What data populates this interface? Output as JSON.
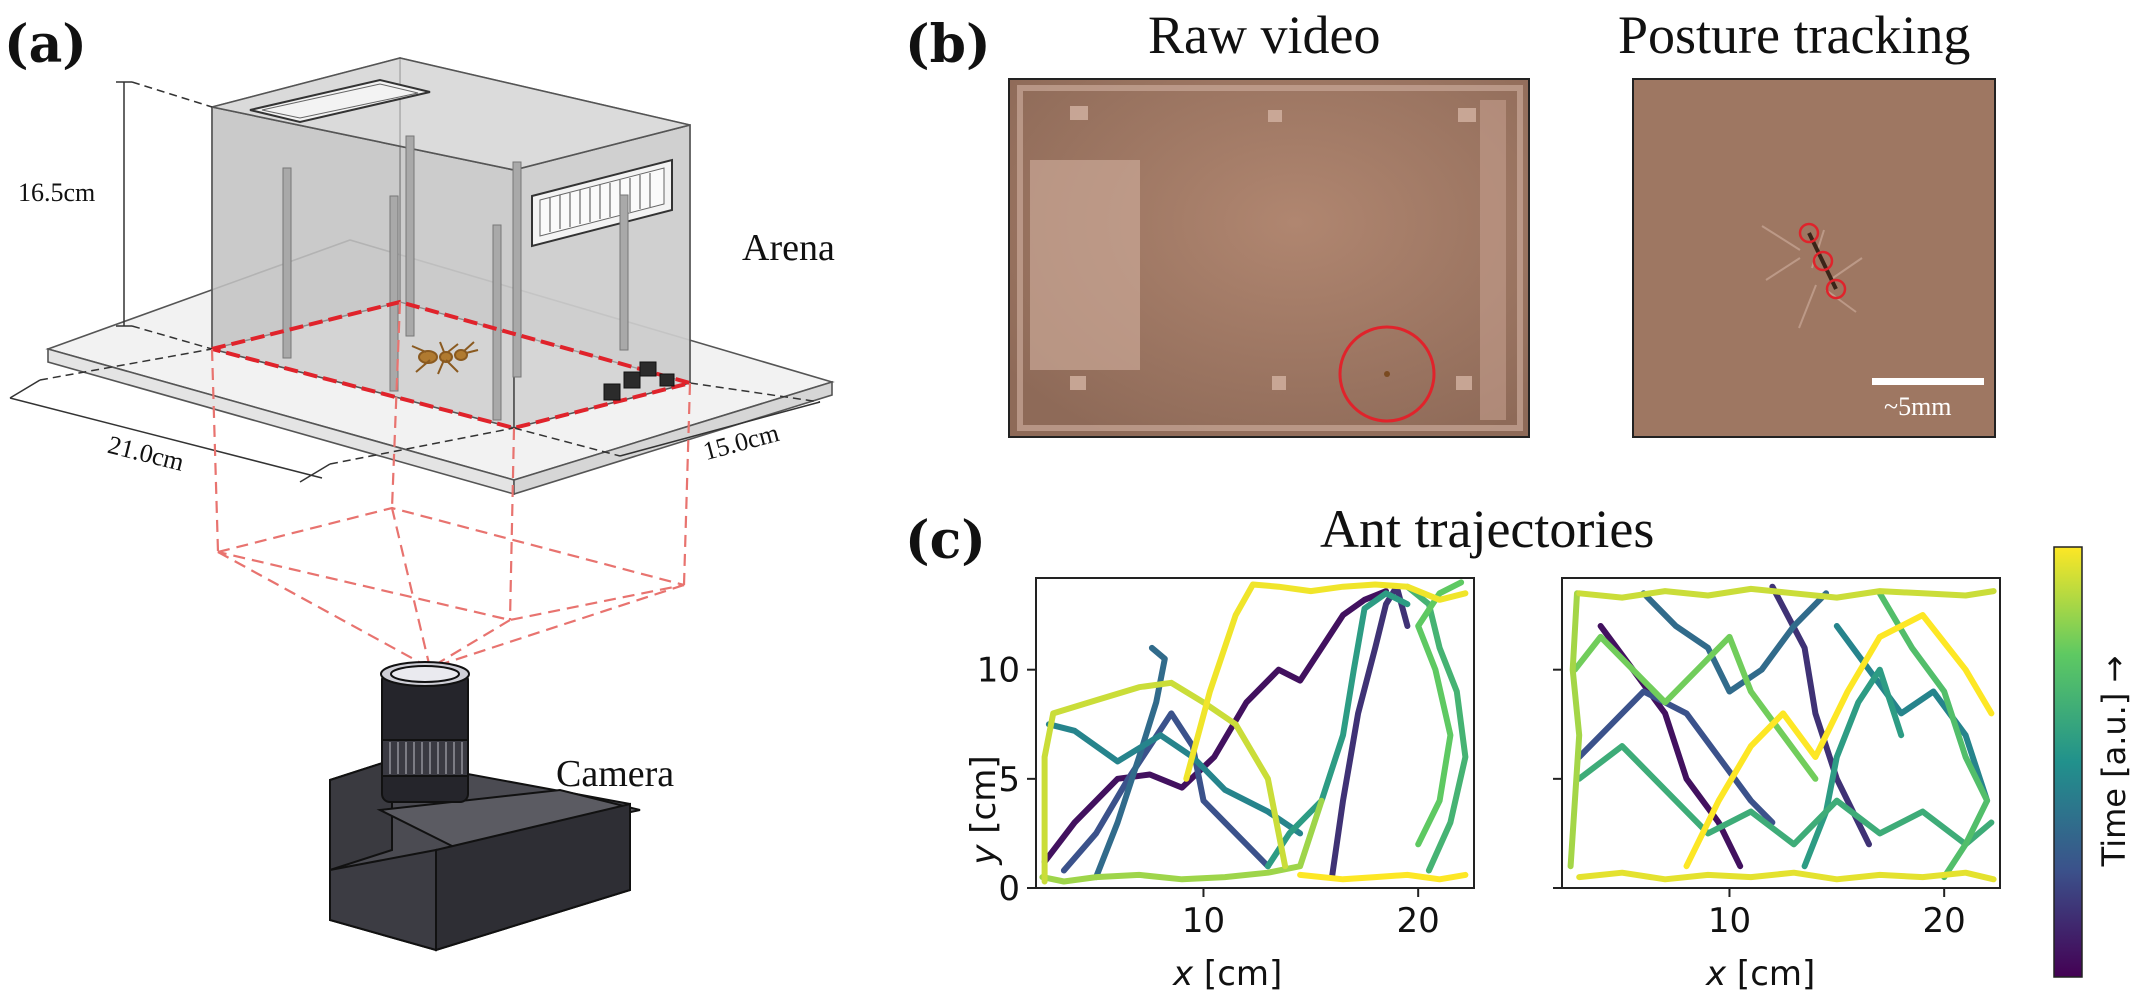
{
  "panel_labels": {
    "a": "(a)",
    "b": "(b)",
    "c": "(c)"
  },
  "panel_a": {
    "height_label": "16.5cm",
    "width_label": "21.0cm",
    "depth_label": "15.0cm",
    "arena_label": "Arena",
    "camera_label": "Camera"
  },
  "panel_b": {
    "raw_title": "Raw video",
    "posture_title": "Posture tracking",
    "scale_label": "~5mm"
  },
  "panel_c": {
    "title": "Ant trajectories",
    "colorbar_label": "Time [a.u.] →"
  },
  "colors": {
    "tracking_red": "#e0232b",
    "dashed_red": "#e8736f",
    "photo_brown": "#a07a64",
    "viridis_start": "#440154",
    "viridis_end": "#fde725"
  },
  "chart_data": [
    {
      "type": "line",
      "chart": "left-trajectory",
      "xlabel_var": "x",
      "xlabel_unit": " [cm]",
      "ylabel_var": "y",
      "ylabel_unit": " [cm]",
      "xlim": [
        2.2,
        22.6
      ],
      "ylim": [
        0,
        14.2
      ],
      "xticks": [
        10,
        20
      ],
      "yticks": [
        0,
        5,
        10
      ],
      "series": [
        {
          "t": 0.05,
          "x": [
            2.6,
            4,
            6,
            7.5,
            9,
            10.5,
            12,
            13.5,
            14.5,
            15.5,
            16.5,
            17.5,
            18.5
          ],
          "y": [
            1.2,
            3,
            5,
            5.2,
            4.6,
            6,
            8.5,
            10,
            9.5,
            11,
            12.5,
            13.2,
            13.6
          ]
        },
        {
          "t": 0.15,
          "x": [
            16,
            16.5,
            17.2,
            18,
            18.5,
            19,
            19.5
          ],
          "y": [
            0.6,
            4,
            8,
            11,
            13,
            13.8,
            12
          ]
        },
        {
          "t": 0.25,
          "x": [
            3.5,
            5,
            6.5,
            7.5,
            8.5,
            9.5,
            10,
            11,
            12,
            13
          ],
          "y": [
            0.8,
            2.5,
            5,
            6.5,
            8,
            6.5,
            4,
            3,
            2,
            1
          ]
        },
        {
          "t": 0.35,
          "x": [
            5,
            6,
            7,
            7.8,
            8.2,
            7.6
          ],
          "y": [
            0.5,
            3,
            6,
            8.5,
            10.5,
            11
          ]
        },
        {
          "t": 0.45,
          "x": [
            2.8,
            4,
            6,
            8,
            9.5,
            11,
            13,
            14.5
          ],
          "y": [
            7.5,
            7.2,
            5.8,
            7,
            6,
            4.5,
            3.5,
            2.5
          ]
        },
        {
          "t": 0.55,
          "x": [
            13,
            14,
            15.5,
            16.5,
            17,
            17.5,
            18.5,
            19.5
          ],
          "y": [
            1,
            2.5,
            4,
            7,
            10,
            12.8,
            13.5,
            13
          ]
        },
        {
          "t": 0.65,
          "x": [
            19.5,
            20.5,
            21,
            21.8,
            22.2,
            21.5,
            20.5
          ],
          "y": [
            13.8,
            13,
            11,
            9,
            6,
            3,
            0.8
          ]
        },
        {
          "t": 0.75,
          "x": [
            20,
            21,
            21.5,
            20.8,
            20,
            21,
            22
          ],
          "y": [
            2,
            4,
            7,
            10,
            12,
            13.5,
            14
          ]
        },
        {
          "t": 0.85,
          "x": [
            2.5,
            3.5,
            5,
            7,
            9,
            11,
            13,
            14.5,
            15.5
          ],
          "y": [
            0.5,
            0.3,
            0.5,
            0.6,
            0.4,
            0.5,
            0.7,
            1,
            4
          ]
        },
        {
          "t": 0.92,
          "x": [
            2.6,
            2.6,
            3,
            5,
            7,
            8.5,
            10,
            11.5,
            13,
            13.8
          ],
          "y": [
            0.3,
            6,
            8,
            8.6,
            9.2,
            9.4,
            8.5,
            7.5,
            5,
            1
          ]
        },
        {
          "t": 0.98,
          "x": [
            9.2,
            10.3,
            11.5,
            12.3,
            13.5,
            15,
            16.5,
            18,
            19.5,
            21,
            22.2
          ],
          "y": [
            5,
            9,
            12.5,
            13.9,
            13.8,
            13.6,
            13.8,
            13.9,
            13.8,
            13.2,
            13.5
          ]
        },
        {
          "t": 1.0,
          "x": [
            14.5,
            16.5,
            18,
            19.5,
            21,
            22.2
          ],
          "y": [
            0.6,
            0.4,
            0.5,
            0.6,
            0.4,
            0.6
          ]
        }
      ]
    },
    {
      "type": "line",
      "chart": "right-trajectory",
      "xlabel_var": "x",
      "xlabel_unit": " [cm]",
      "xlim": [
        2.2,
        22.6
      ],
      "ylim": [
        0,
        14.2
      ],
      "xticks": [
        10,
        20
      ],
      "yticks": [
        0,
        5,
        10
      ],
      "series": [
        {
          "t": 0.05,
          "x": [
            4,
            5.5,
            7,
            8,
            9.5,
            10.5
          ],
          "y": [
            12,
            10,
            8,
            5,
            3,
            1
          ]
        },
        {
          "t": 0.15,
          "x": [
            12,
            13.5,
            14,
            15,
            16.5
          ],
          "y": [
            13.8,
            11,
            8,
            5,
            2
          ]
        },
        {
          "t": 0.25,
          "x": [
            3,
            4.5,
            6,
            8,
            9.5,
            11,
            12
          ],
          "y": [
            6,
            7.5,
            9,
            8,
            6,
            4,
            3
          ]
        },
        {
          "t": 0.35,
          "x": [
            6,
            7.5,
            9,
            10,
            11.5,
            13,
            14.5
          ],
          "y": [
            13.5,
            12,
            11,
            9,
            10,
            12,
            13.5
          ]
        },
        {
          "t": 0.45,
          "x": [
            15,
            16.5,
            18,
            19.5,
            21,
            22
          ],
          "y": [
            12,
            10,
            8,
            9,
            7,
            4
          ]
        },
        {
          "t": 0.55,
          "x": [
            13.5,
            14.5,
            15,
            16,
            17,
            18
          ],
          "y": [
            1,
            3.5,
            6,
            8.5,
            10,
            7
          ]
        },
        {
          "t": 0.62,
          "x": [
            3,
            5,
            7,
            9,
            11,
            13,
            15,
            17,
            19,
            21,
            22.2
          ],
          "y": [
            5,
            6.5,
            4.5,
            2.5,
            3.5,
            2,
            4,
            2.5,
            3.5,
            2,
            3
          ]
        },
        {
          "t": 0.7,
          "x": [
            17,
            18.5,
            20,
            21,
            22,
            21,
            20
          ],
          "y": [
            13.5,
            11,
            9,
            6,
            4,
            2,
            0.5
          ]
        },
        {
          "t": 0.78,
          "x": [
            2.8,
            4,
            5.5,
            7,
            8.5,
            10,
            11,
            12.5,
            14
          ],
          "y": [
            10,
            11.5,
            10,
            8.5,
            10,
            11.5,
            9,
            7,
            5
          ]
        },
        {
          "t": 0.86,
          "x": [
            2.6,
            2.8,
            3,
            2.7,
            2.9
          ],
          "y": [
            1,
            4,
            7,
            10,
            13.5
          ]
        },
        {
          "t": 0.92,
          "x": [
            3,
            5,
            7,
            9,
            11,
            13,
            15,
            17,
            19,
            21,
            22.3
          ],
          "y": [
            13.5,
            13.3,
            13.6,
            13.4,
            13.7,
            13.5,
            13.3,
            13.6,
            13.5,
            13.4,
            13.6
          ]
        },
        {
          "t": 0.96,
          "x": [
            3,
            5,
            7,
            9,
            11,
            13,
            15,
            17,
            19,
            21,
            22.3
          ],
          "y": [
            0.5,
            0.7,
            0.4,
            0.6,
            0.5,
            0.7,
            0.4,
            0.6,
            0.5,
            0.7,
            0.4
          ]
        },
        {
          "t": 1.0,
          "x": [
            8,
            9.5,
            11,
            12.5,
            14,
            15.5,
            17,
            19,
            21,
            22.2
          ],
          "y": [
            1,
            4,
            6.5,
            8,
            6,
            9,
            11.5,
            12.5,
            10,
            8
          ]
        }
      ]
    }
  ]
}
